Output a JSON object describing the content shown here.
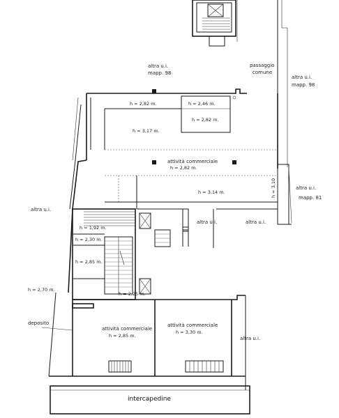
{
  "labels": {
    "altra_ui_top": "altra u.i.",
    "mapp_98_top": "mapp. 98",
    "passaggio": "passaggio",
    "comune": "comune",
    "altra_ui_right": "altra u.i.",
    "mapp_98_right": "mapp. 98",
    "altra_ui_right2": "altra u.i.",
    "mapp_81": "mapp. 81",
    "altra_ui_left": "altra u.i.",
    "altra_ui_mid": "altra u.i.",
    "altra_ui_mid2": "altra u.i.",
    "altra_ui_bottom_right": "altra u.i.",
    "deposito": "deposito",
    "intercapedine": "intercapedine",
    "attivita_top": "attività commerciale",
    "attivita_bl": "attività commerciale",
    "attivita_br": "attività commerciale"
  },
  "heights": {
    "h_282_top": "h = 2,82 m.",
    "h_246": "h = 2,46 m.",
    "h_317": "h = 3,17 m.",
    "h_282_right": "h = 2,82 m.",
    "h_282_mid": "h = 2,82 m.",
    "h_314": "h = 3,14 m.",
    "h_310": "h = 3,10",
    "h_192": "h = 1,92 m.",
    "h_230": "h = 2,30 m.",
    "h_285_left": "h = 2,85 m.",
    "h_270": "h = 2,70 m.",
    "h_225": "h = 2,25 m.",
    "h_285_bl": "h = 2,85 m.",
    "h_330": "h = 3,30 m."
  }
}
